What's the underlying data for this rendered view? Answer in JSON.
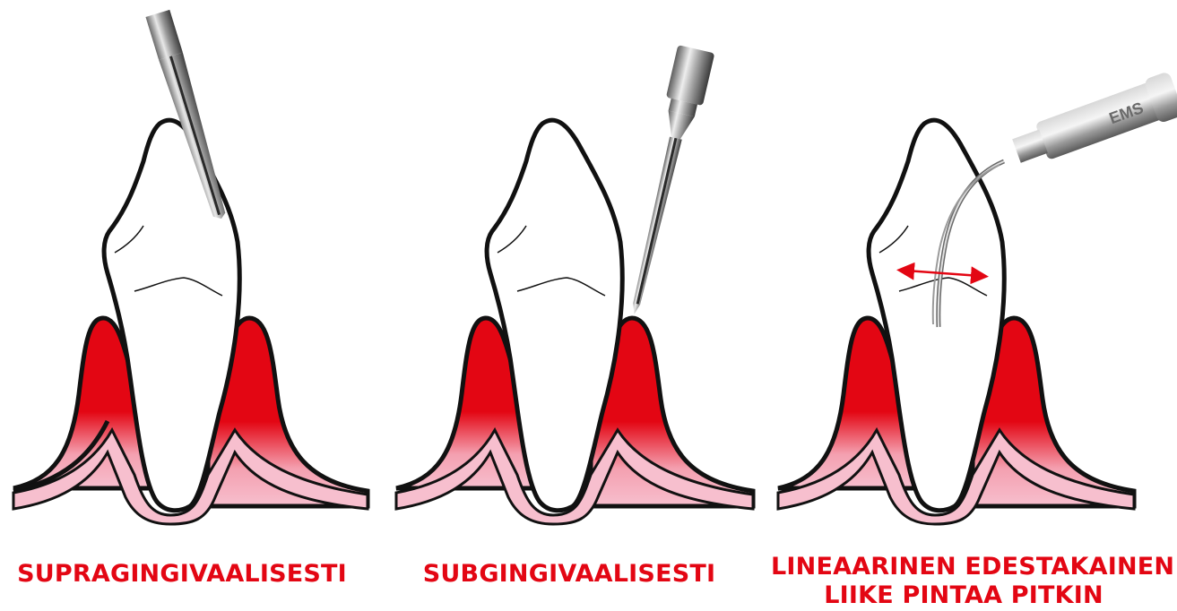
{
  "colors": {
    "gum_red": "#e30613",
    "gum_pink": "#f7bfce",
    "outline": "#111111",
    "caption": "#e30613",
    "arrow": "#e30613"
  },
  "panels": [
    {
      "caption": "SUPRAGINGIVAALISESTI",
      "instrument": "scaler-tip-supragingival"
    },
    {
      "caption": "SUBGINGIVAALISESTI",
      "instrument": "scaler-tip-subgingival"
    },
    {
      "caption_line1": "LINEAARINEN EDESTAKAINEN",
      "caption_line2": "LIIKE PINTAA PITKIN",
      "instrument": "scaler-tip-curved",
      "handpiece_text": "EMS",
      "motion": "back-and-forth-arrow"
    }
  ]
}
